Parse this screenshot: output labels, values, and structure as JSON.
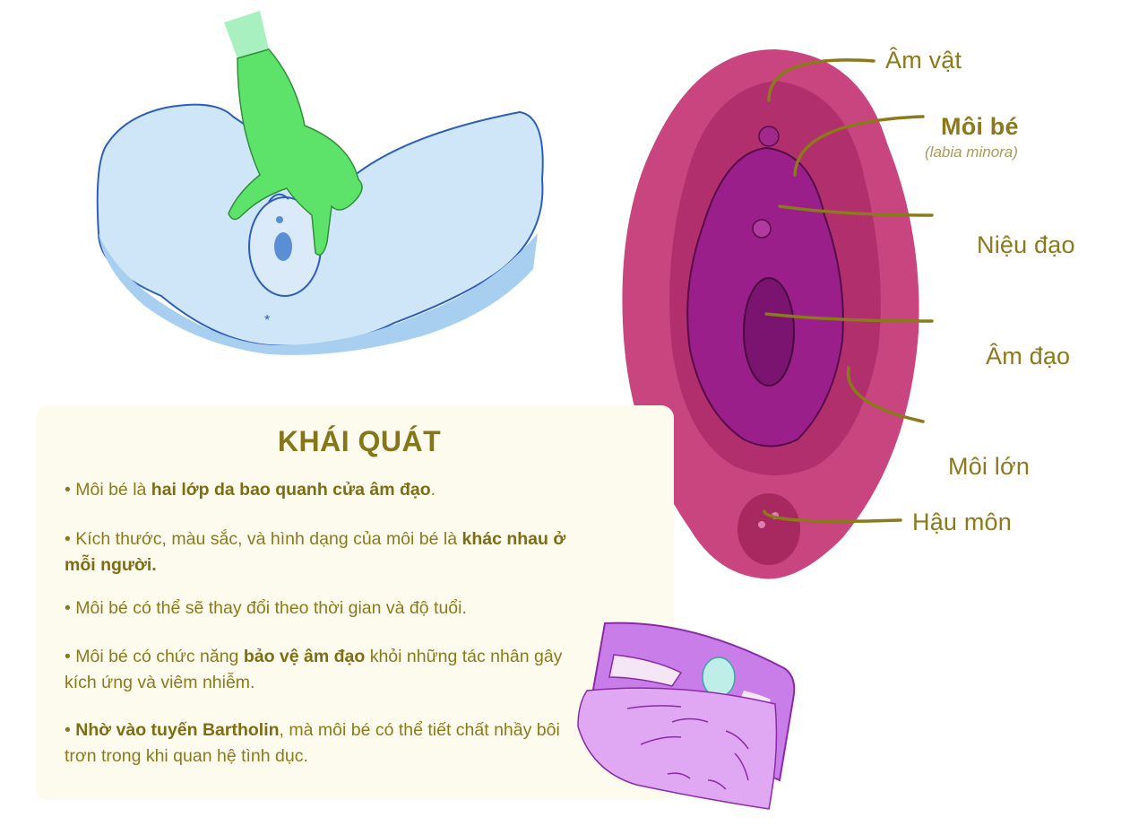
{
  "labels": {
    "clitoris": "Âm vật",
    "labia_minora": "Môi bé",
    "labia_minora_latin": "(labia minora)",
    "urethra": "Niệu đạo",
    "vagina": "Âm đạo",
    "labia_majora": "Môi lớn",
    "anus": "Hậu môn"
  },
  "card": {
    "title": "KHÁI QUÁT",
    "bullets": [
      {
        "pre": "• Môi bé là ",
        "bold": "hai lớp da bao quanh cửa âm đạo",
        "post": "."
      },
      {
        "pre": "• Kích thước, màu sắc, và hình dạng của môi bé là ",
        "bold": "khác nhau ở mỗi người.",
        "post": ""
      },
      {
        "pre": "• Môi bé có thể sẽ thay đổi theo thời gian và độ tuổi.",
        "bold": "",
        "post": ""
      },
      {
        "pre": "• Môi bé có chức năng ",
        "bold": "bảo vệ âm đạo",
        "post": " khỏi những tác nhân gây kích ứng và viêm nhiễm."
      },
      {
        "pre": "• ",
        "bold": "Nhờ vào tuyến Bartholin",
        "post": ", mà môi bé có thể tiết chất nhầy bôi trơn trong khi quan hệ tình dục."
      }
    ]
  },
  "colors": {
    "text": "#8a7a1c",
    "card_bg": "#fdfbee",
    "glove": "#5ee36a",
    "skin_blue": "#cfe6f8",
    "outer_pink": "#c9457f",
    "inner_purple": "#9b1f8a",
    "bed_purple": "#d79af0"
  }
}
